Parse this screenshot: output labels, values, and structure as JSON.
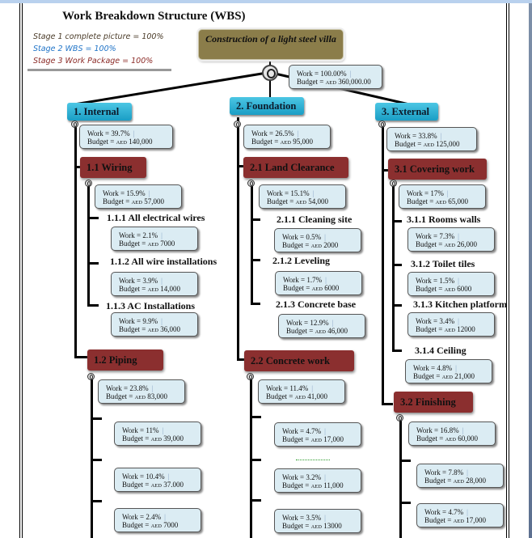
{
  "title": "Work Breakdown Structure (WBS)",
  "legend": [
    {
      "text": "Stage 1 complete picture = 100%",
      "color": "#4a3b28"
    },
    {
      "text": "Stage 2 WBS = 100%",
      "color": "#1f73c7"
    },
    {
      "text": "Stage 3 Work Package = 100%",
      "color": "#8b2a26"
    }
  ],
  "colors": {
    "root": "#8b7d4a",
    "level1": "#2ab0d6",
    "level2": "#8b2f2f",
    "infobox": "#dbecf3"
  },
  "currency": "AED",
  "root": {
    "label": "Construction of a light steel villa",
    "work": "Work = 100.00%",
    "budget_prefix": "Budget = ",
    "budget_value": "360,000.00"
  },
  "branches": [
    {
      "label": "1. Internal",
      "work": "Work = 39.7%",
      "budget": "140,000",
      "packages": [
        {
          "label": "1.1 Wiring",
          "work": "Work = 15.9%",
          "budget": "57,000",
          "items": [
            {
              "label": "1.1.1 All electrical  wires",
              "work": "Work = 2.1%",
              "budget": "7000"
            },
            {
              "label": "1.1.2 All wire installations",
              "work": "Work = 3.9%",
              "budget": "14,000"
            },
            {
              "label": "1.1.3 AC Installations",
              "work": "Work = 9.9%",
              "budget": "36,000"
            }
          ]
        },
        {
          "label": "1.2 Piping",
          "work": "Work = 23.8%",
          "budget": "83,000",
          "items": [
            {
              "label": "",
              "work": "Work = 11%",
              "budget": "39,000"
            },
            {
              "label": "",
              "work": "Work = 10.4%",
              "budget": "37.000"
            },
            {
              "label": "",
              "work": "Work = 2.4%",
              "budget": "7000"
            }
          ]
        }
      ]
    },
    {
      "label": "2. Foundation",
      "work": "Work = 26.5%",
      "budget": "95,000",
      "packages": [
        {
          "label": "2.1 Land Clearance",
          "work": "Work = 15.1%",
          "budget": "54,000",
          "items": [
            {
              "label": "2.1.1 Cleaning site",
              "work": "Work = 0.5%",
              "budget": "2000"
            },
            {
              "label": "2.1.2 Leveling",
              "work": "Work = 1.7%",
              "budget": "6000"
            },
            {
              "label": "2.1.3 Concrete base",
              "work": "Work = 12.9%",
              "budget": "46,000"
            }
          ]
        },
        {
          "label": "2.2 Concrete work",
          "work": "Work = 11.4%",
          "budget": "41,000",
          "items": [
            {
              "label": "",
              "work": "Work = 4.7%",
              "budget": "17,000"
            },
            {
              "label": "",
              "work": "Work = 3.2%",
              "budget": "11,000"
            },
            {
              "label": "",
              "work": "Work = 3.5%",
              "budget": "13000"
            }
          ]
        }
      ]
    },
    {
      "label": "3. External",
      "work": "Work = 33.8%",
      "budget": "125,000",
      "packages": [
        {
          "label": "3.1 Covering work",
          "work": "Work = 17%",
          "budget": "65,000",
          "items": [
            {
              "label": "3.1.1 Rooms walls",
              "work": "Work = 7.3%",
              "budget": "26,000"
            },
            {
              "label": "3.1.2 Toilet tiles",
              "work": "Work = 1.5%",
              "budget": "6000"
            },
            {
              "label": "3.1.3 Kitchen platform",
              "work": "Work = 3.4%",
              "budget": "12000"
            },
            {
              "label": "3.1.4 Ceiling",
              "work": "Work = 4.8%",
              "budget": "21,000"
            }
          ]
        },
        {
          "label": "3.2 Finishing",
          "work": "Work = 16.8%",
          "budget": "60,000",
          "items": [
            {
              "label": "",
              "work": "Work = 7.8%",
              "budget": "28,000"
            },
            {
              "label": "",
              "work": "Work = 4.7%",
              "budget": "17,000"
            }
          ]
        }
      ]
    }
  ],
  "labels": {
    "budget_prefix": "Budget = ",
    "separator": "|"
  }
}
